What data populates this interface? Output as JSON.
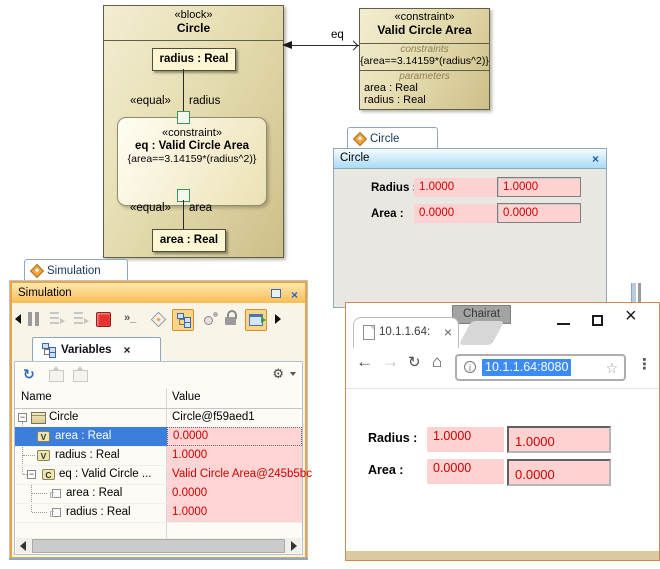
{
  "colors": {
    "block_tan": "#e3d7a3",
    "panel_orange_border": "#eea43e",
    "titlebar_blue": "#a9dbf5",
    "titlebar_orange": "#fbbd55",
    "selection_blue": "#3c7edc",
    "invalid_pink": "#ffd2d2",
    "invalid_red": "#cc0000",
    "address_selection_blue": "#3b8bfd",
    "browser_border_tan": "#cf8a52"
  },
  "icons": {
    "close": "×",
    "minus": "−",
    "back": "←",
    "forward": "→",
    "reload": "↻",
    "home": "⌂",
    "star": "☆",
    "menu": "⋮",
    "info": "i",
    "refresh": "↻",
    "gear": "⚙",
    "console": "»_",
    "var_letter": "V",
    "constraint_letter": "C"
  },
  "diagram": {
    "circle_block": {
      "stereotype": "«block»",
      "name": "Circle"
    },
    "radius_property": "radius : Real",
    "area_property": "area : Real",
    "constraint_property": {
      "stereotype": "«constraint»",
      "name": "eq : Valid Circle Area",
      "expression": "{area==3.14159*(radius^2)}"
    },
    "binding_top": {
      "stereotype": "«equal»",
      "parameter": "radius"
    },
    "binding_bottom": {
      "stereotype": "«equal»",
      "parameter": "area"
    },
    "connector_label": "eq",
    "constraint_block": {
      "stereotype": "«constraint»",
      "name": "Valid Circle Area",
      "constraints_label": "constraints",
      "expression": "{area==3.14159*(radius^2)}",
      "parameters_label": "parameters",
      "parameter1": "area : Real",
      "parameter2": "radius : Real"
    }
  },
  "circle_panel": {
    "tab_label": "Circle",
    "title": "Circle",
    "row1": {
      "label": "Radius :",
      "value_flat": "1.0000",
      "value_input": "1.0000"
    },
    "row2": {
      "label": "Area :",
      "value_flat": "0.0000",
      "value_input": "0.0000"
    }
  },
  "simulation_panel": {
    "tab_label": "Simulation",
    "title": "Simulation",
    "variables_tab_label": "Variables",
    "columns": {
      "name": "Name",
      "value": "Value"
    },
    "rows": [
      {
        "name": "Circle",
        "value": "Circle@f59aed1"
      },
      {
        "name": "area : Real",
        "value": "0.0000"
      },
      {
        "name": "radius : Real",
        "value": "1.0000"
      },
      {
        "name": "eq : Valid Circle ...",
        "value": "Valid Circle Area@245b5bc"
      },
      {
        "name": "area : Real",
        "value": "0.0000"
      },
      {
        "name": "radius : Real",
        "value": "1.0000"
      }
    ]
  },
  "browser": {
    "window_tooltip": "Chairat",
    "tab_title": "10.1.1.64:",
    "address": "10.1.1.64:8080",
    "row1": {
      "label": "Radius :",
      "value_flat": "1.0000",
      "value_input": "1.0000"
    },
    "row2": {
      "label": "Area :",
      "value_flat": "0.0000",
      "value_input": "0.0000"
    }
  }
}
